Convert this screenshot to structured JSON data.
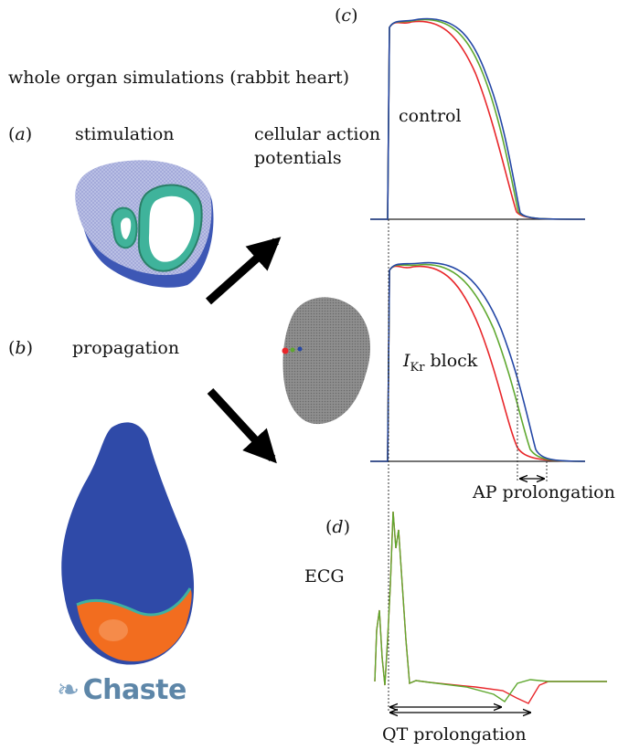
{
  "title": "whole organ simulations (rabbit heart)",
  "panel_a": {
    "tag_open": "(",
    "tag_letter": "a",
    "tag_close": ")",
    "label": "stimulation"
  },
  "panel_b": {
    "tag_open": "(",
    "tag_letter": "b",
    "tag_close": ")",
    "label": "propagation"
  },
  "panel_c": {
    "tag_open": "(",
    "tag_letter": "c",
    "tag_close": ")",
    "cellular_label_line1": "cellular action",
    "cellular_label_line2": "potentials",
    "control_label": "control",
    "block_label_I": "I",
    "block_label_sub": "Kr",
    "block_label_rest": " block",
    "ap_prolongation": "AP prolongation"
  },
  "panel_d": {
    "tag_open": "(",
    "tag_letter": "d",
    "tag_close": ")",
    "ecg_label": "ECG",
    "qt_prolongation": "QT prolongation"
  },
  "logo": {
    "text": "Chaste"
  },
  "colors": {
    "red": "#e8262a",
    "green": "#5fa82f",
    "blue": "#2447a6",
    "heart_blue": "#2f4aa8",
    "heart_orange": "#f26d1f",
    "axis": "#222222"
  }
}
